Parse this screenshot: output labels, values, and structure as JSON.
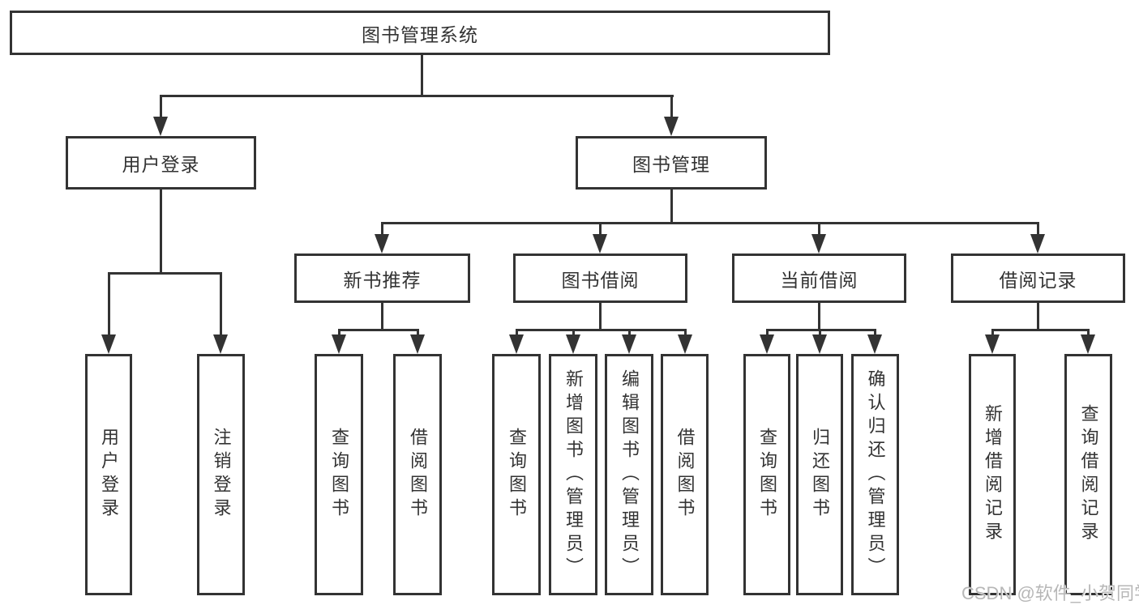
{
  "tree": {
    "root": "图书管理系统",
    "branches": [
      {
        "label": "用户登录",
        "children": [
          {
            "label": "用户登录"
          },
          {
            "label": "注销登录"
          }
        ]
      },
      {
        "label": "图书管理",
        "children": [
          {
            "label": "新书推荐",
            "children": [
              {
                "label": "查询图书"
              },
              {
                "label": "借阅图书"
              }
            ]
          },
          {
            "label": "图书借阅",
            "children": [
              {
                "label": "查询图书"
              },
              {
                "label": "新增图书（管理员）"
              },
              {
                "label": "编辑图书（管理员）"
              },
              {
                "label": "借阅图书"
              }
            ]
          },
          {
            "label": "当前借阅",
            "children": [
              {
                "label": "查询图书"
              },
              {
                "label": "归还图书"
              },
              {
                "label": "确认归还（管理员）"
              }
            ]
          },
          {
            "label": "借阅记录",
            "children": [
              {
                "label": "新增借阅记录"
              },
              {
                "label": "查询借阅记录"
              }
            ]
          }
        ]
      }
    ]
  },
  "colors": {
    "line": "#333333",
    "box_background": "#ffffff",
    "text": "#333333",
    "watermark": "#b7b7b7"
  },
  "watermark": "CSDN @软件_小贺同学"
}
